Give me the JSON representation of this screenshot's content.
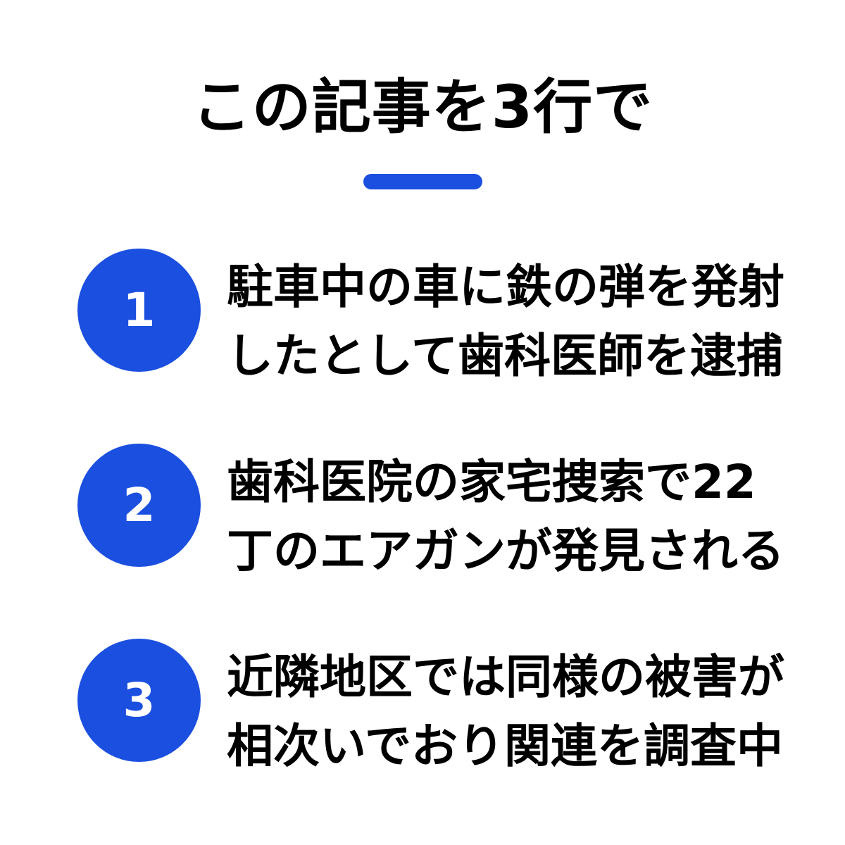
{
  "title": "この記事を3行で",
  "colors": {
    "accent": "#1a4fe0",
    "text": "#000000",
    "background": "#ffffff"
  },
  "items": [
    {
      "number": "1",
      "lines": [
        "駐車中の車に鉄の弾を発射",
        "したとして歯科医師を逮捕"
      ]
    },
    {
      "number": "2",
      "lines": [
        "歯科医院の家宅捜索で22",
        "丁のエアガンが発見される"
      ]
    },
    {
      "number": "3",
      "lines": [
        "近隣地区では同様の被害が",
        "相次いでおり関連を調査中"
      ]
    }
  ]
}
